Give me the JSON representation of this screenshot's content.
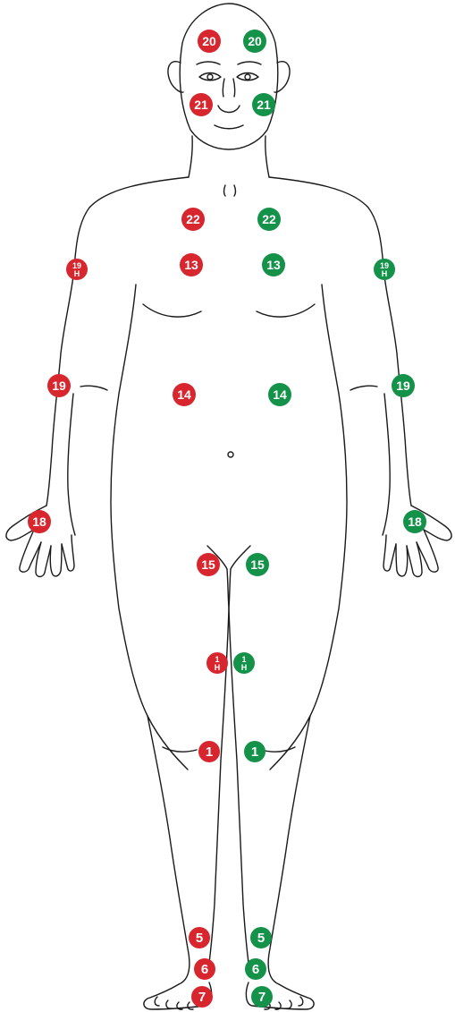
{
  "colors": {
    "left": "#d7262e",
    "right": "#14924a",
    "outline": "#1a1a1a",
    "background": "#ffffff"
  },
  "points": {
    "left": [
      {
        "label": "20"
      },
      {
        "label": "21"
      },
      {
        "label": "22"
      },
      {
        "label": "13"
      },
      {
        "label": "19",
        "sub": "H"
      },
      {
        "label": "19"
      },
      {
        "label": "14"
      },
      {
        "label": "18"
      },
      {
        "label": "15"
      },
      {
        "label": "1",
        "sub": "H"
      },
      {
        "label": "1"
      },
      {
        "label": "5"
      },
      {
        "label": "6"
      },
      {
        "label": "7"
      }
    ],
    "right": [
      {
        "label": "20"
      },
      {
        "label": "21"
      },
      {
        "label": "22"
      },
      {
        "label": "13"
      },
      {
        "label": "19",
        "sub": "H"
      },
      {
        "label": "19"
      },
      {
        "label": "14"
      },
      {
        "label": "18"
      },
      {
        "label": "15"
      },
      {
        "label": "1",
        "sub": "H"
      },
      {
        "label": "1"
      },
      {
        "label": "5"
      },
      {
        "label": "6"
      },
      {
        "label": "7"
      }
    ]
  }
}
